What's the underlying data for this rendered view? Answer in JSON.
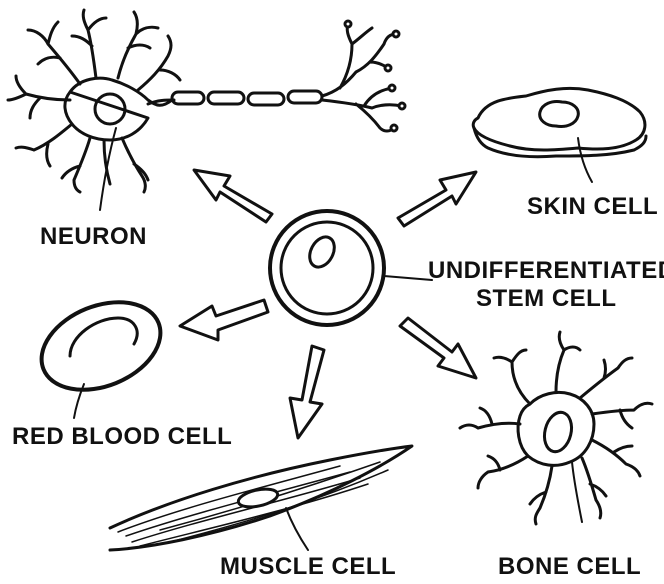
{
  "diagram": {
    "center": {
      "label_line1": "UNDIFFERENTIATED",
      "label_line2": "STEM CELL"
    },
    "cells": [
      {
        "id": "neuron",
        "label": "NEURON"
      },
      {
        "id": "skin",
        "label": "SKIN CELL"
      },
      {
        "id": "rbc",
        "label": "RED BLOOD CELL"
      },
      {
        "id": "muscle",
        "label": "MUSCLE CELL"
      },
      {
        "id": "bone",
        "label": "BONE CELL"
      }
    ]
  },
  "colors": {
    "ink": "#111111",
    "background": "#ffffff"
  }
}
